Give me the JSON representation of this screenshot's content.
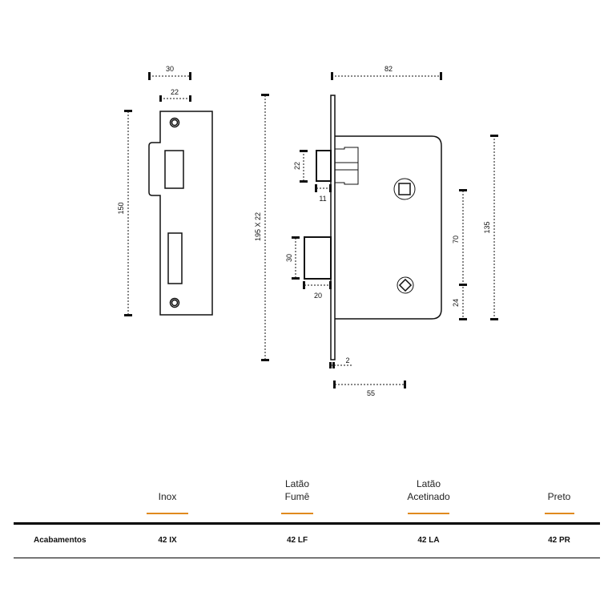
{
  "drawing": {
    "strike_plate": {
      "width_label": "30",
      "inner_width_label": "22",
      "height_label": "150"
    },
    "lock_body": {
      "total_width_label": "82",
      "faceplate_height_label": "195 X 22",
      "latch_height_label": "22",
      "latch_projection_label": "11",
      "bolt_height_label": "30",
      "bolt_projection_label": "20",
      "faceplate_thickness_label": "2",
      "backset_label": "55",
      "spindle_distance_label": "70",
      "lower_distance_label": "24",
      "body_height_label": "135"
    }
  },
  "table": {
    "finishes": [
      {
        "name_lines": [
          "",
          "Inox"
        ],
        "code": "42 IX"
      },
      {
        "name_lines": [
          "Latão",
          "Fumê"
        ],
        "code": "42 LF"
      },
      {
        "name_lines": [
          "Latão",
          "Acetinado"
        ],
        "code": "42 LA"
      },
      {
        "name_lines": [
          "",
          "Preto"
        ],
        "code": "42 PR"
      }
    ],
    "row_label": "Acabamentos",
    "accent_color": "#e08a1e"
  }
}
